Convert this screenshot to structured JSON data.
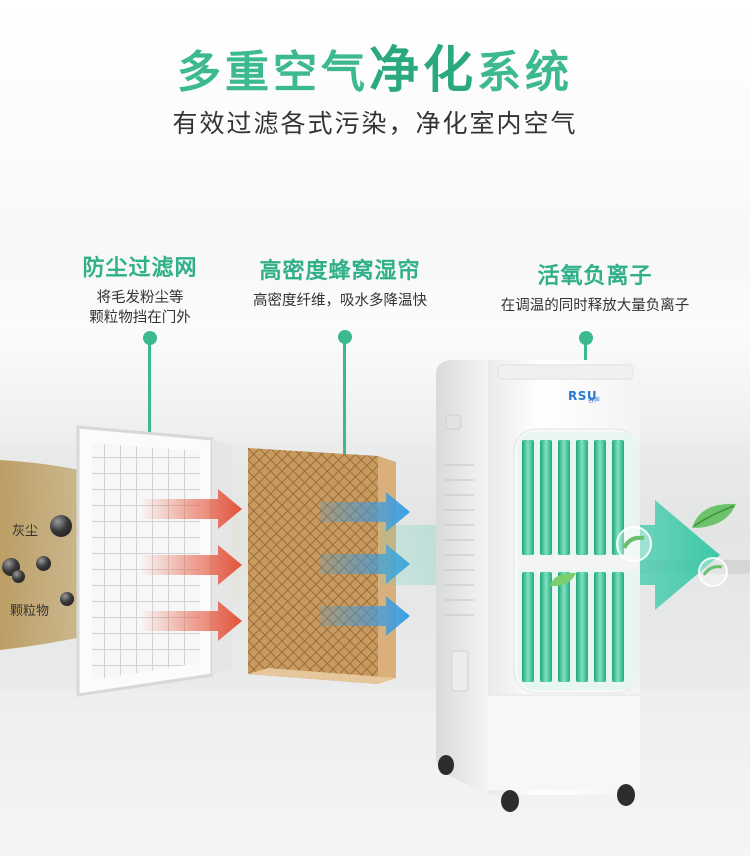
{
  "header": {
    "title_part1": "多重空气",
    "title_highlight": "净化",
    "title_part2": "系统",
    "subtitle": "有效过滤各式污染，净化室内空气"
  },
  "features": [
    {
      "title": "防尘过滤网",
      "desc_line1": "将毛发粉尘等",
      "desc_line2": "颗粒物挡在门外"
    },
    {
      "title": "高密度蜂窝湿帘",
      "desc_line1": "高密度纤维，吸水多降温快"
    },
    {
      "title": "活氧负离子",
      "desc_line1": "在调温的同时释放大量负离子"
    }
  ],
  "dust": {
    "label_top": "灰尘",
    "label_bottom": "颗粒物"
  },
  "product": {
    "brand_logo": "RSU",
    "brand_sub": "容声"
  },
  "colors": {
    "accent": "#3cb990",
    "text": "#333333",
    "arrow_red": "#e5533a",
    "arrow_blue": "#3a9be0",
    "flow_teal": "#4fd1b3"
  },
  "icons": [
    "pin-icon",
    "dust-particle-icon",
    "red-arrow-icon",
    "blue-arrow-icon",
    "leaf-icon",
    "bubble-icon"
  ]
}
